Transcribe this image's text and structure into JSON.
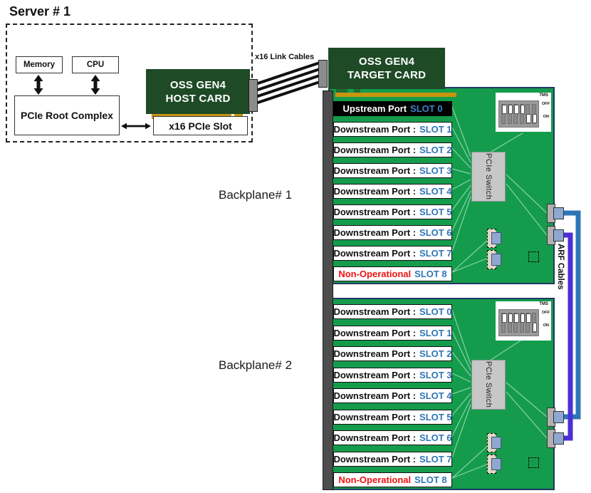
{
  "colors": {
    "boardGreen": "#149C4C",
    "cardGreen": "#1E4A26",
    "boardBorder": "#1F3864",
    "gold": "#C9940E",
    "slotBlue": "#2E75B6",
    "nonopRed": "#EE1111",
    "cableBlue": "#2E75B6",
    "cablePurple": "#4C2FD6",
    "bracketGray": "#4D4D4D",
    "switchGray": "#C7C7C7",
    "plugBlue": "#8FA8D2"
  },
  "server": {
    "title": "Server # 1",
    "memory": "Memory",
    "cpu": "CPU",
    "rootComplex": "PCIe Root Complex",
    "pcieSlot": "x16 PCIe Slot",
    "hostCard": {
      "line1": "OSS GEN4",
      "line2": "HOST CARD"
    }
  },
  "linkCablesLabel": "x16 Link Cables",
  "targetCard": {
    "line1": "OSS GEN4",
    "line2": "TARGET CARD"
  },
  "arfCablesLabel": "ARF Cables",
  "backplanes": [
    {
      "label": "Backplane# 1",
      "pcieSwitch": "PCIe Switch",
      "dip": {
        "title": "TMS",
        "off": "OFF",
        "on": "ON",
        "positions": [
          "off",
          "off",
          "off",
          "off",
          "on",
          "on"
        ]
      },
      "ports": [
        {
          "type": "upstream",
          "label": "Upstream Port",
          "slot": "SLOT 0"
        },
        {
          "type": "downstream",
          "label": "Downstream Port :",
          "slot": "SLOT 1"
        },
        {
          "type": "downstream",
          "label": "Downstream Port :",
          "slot": "SLOT 2"
        },
        {
          "type": "downstream",
          "label": "Downstream Port :",
          "slot": "SLOT 3"
        },
        {
          "type": "downstream",
          "label": "Downstream Port :",
          "slot": "SLOT 4"
        },
        {
          "type": "downstream",
          "label": "Downstream Port :",
          "slot": "SLOT 5"
        },
        {
          "type": "downstream",
          "label": "Downstream Port :",
          "slot": "SLOT 6"
        },
        {
          "type": "downstream",
          "label": "Downstream Port :",
          "slot": "SLOT 7"
        },
        {
          "type": "nonop",
          "label": "Non-Operational",
          "slot": "SLOT 8"
        }
      ]
    },
    {
      "label": "Backplane# 2",
      "pcieSwitch": "PCIe Switch",
      "dip": {
        "title": "TMS",
        "off": "OFF",
        "on": "ON",
        "positions": [
          "off",
          "off",
          "off",
          "off",
          "off",
          "on"
        ]
      },
      "ports": [
        {
          "type": "downstream",
          "label": "Downstream Port :",
          "slot": "SLOT 0"
        },
        {
          "type": "downstream",
          "label": "Downstream Port :",
          "slot": "SLOT 1"
        },
        {
          "type": "downstream",
          "label": "Downstream Port :",
          "slot": "SLOT 2"
        },
        {
          "type": "downstream",
          "label": "Downstream Port :",
          "slot": "SLOT 3"
        },
        {
          "type": "downstream",
          "label": "Downstream Port :",
          "slot": "SLOT 4"
        },
        {
          "type": "downstream",
          "label": "Downstream Port :",
          "slot": "SLOT 5"
        },
        {
          "type": "downstream",
          "label": "Downstream Port :",
          "slot": "SLOT 6"
        },
        {
          "type": "downstream",
          "label": "Downstream Port :",
          "slot": "SLOT 7"
        },
        {
          "type": "nonop",
          "label": "Non-Operational",
          "slot": "SLOT 8"
        }
      ]
    }
  ]
}
